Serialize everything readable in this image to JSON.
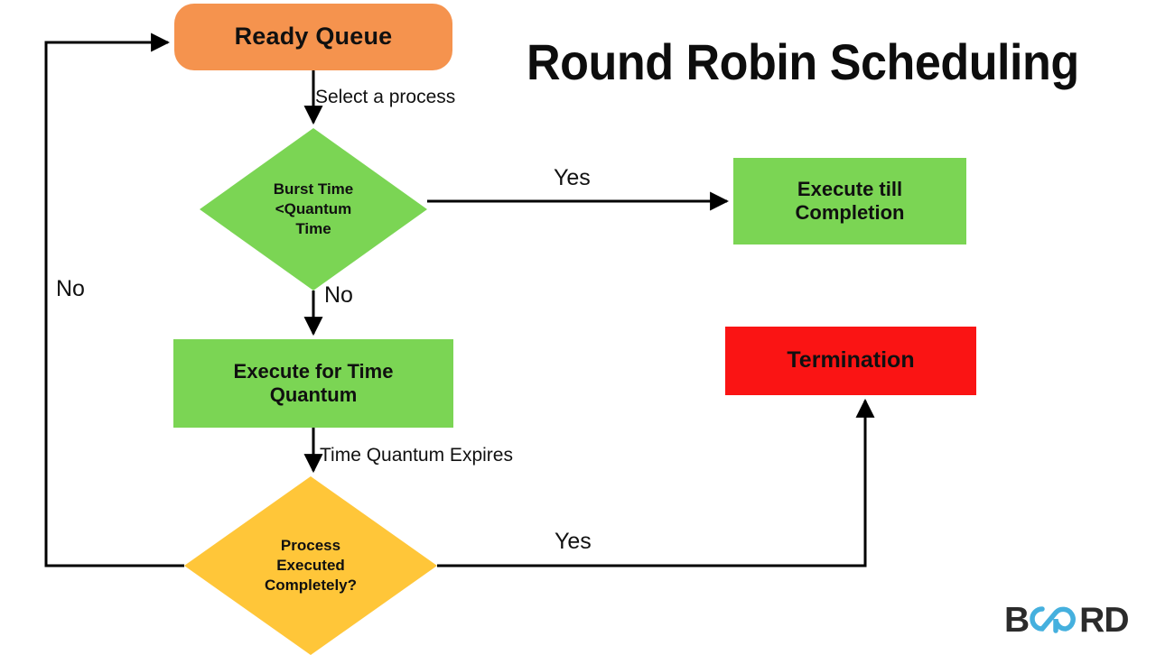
{
  "title": "Round Robin Scheduling",
  "nodes": {
    "ready_queue": {
      "label": "Ready Queue",
      "shape": "rounded-rect",
      "color": "#F5934E"
    },
    "decision_burst": {
      "label": "Burst Time\n<Quantum\nTime",
      "shape": "diamond",
      "color": "#7BD554"
    },
    "execute_till_completion": {
      "label": "Execute till\nCompletion",
      "shape": "rect",
      "color": "#7BD554"
    },
    "execute_time_quantum": {
      "label": "Execute for Time\nQuantum",
      "shape": "rect",
      "color": "#7BD554"
    },
    "decision_executed": {
      "label": "Process\nExecuted\nCompletely?",
      "shape": "diamond",
      "color": "#FFC639"
    },
    "termination": {
      "label": "Termination",
      "shape": "rect",
      "color": "#FA1414"
    }
  },
  "edges": {
    "select_process": "Select a process",
    "yes_top": "Yes",
    "no_left": "No",
    "no_middle": "No",
    "time_quantum_expires": "Time Quantum Expires",
    "yes_bottom": "Yes"
  },
  "logo": {
    "prefix": "B",
    "suffix": "RD",
    "full_name": "BOARD",
    "accent_color": "#45B0DE",
    "text_color": "#2b2b2b"
  },
  "colors": {
    "orange": "#F5934E",
    "green": "#7BD554",
    "yellow": "#FFC639",
    "red": "#FA1414",
    "stroke": "#000000",
    "background": "#FFFFFF"
  }
}
